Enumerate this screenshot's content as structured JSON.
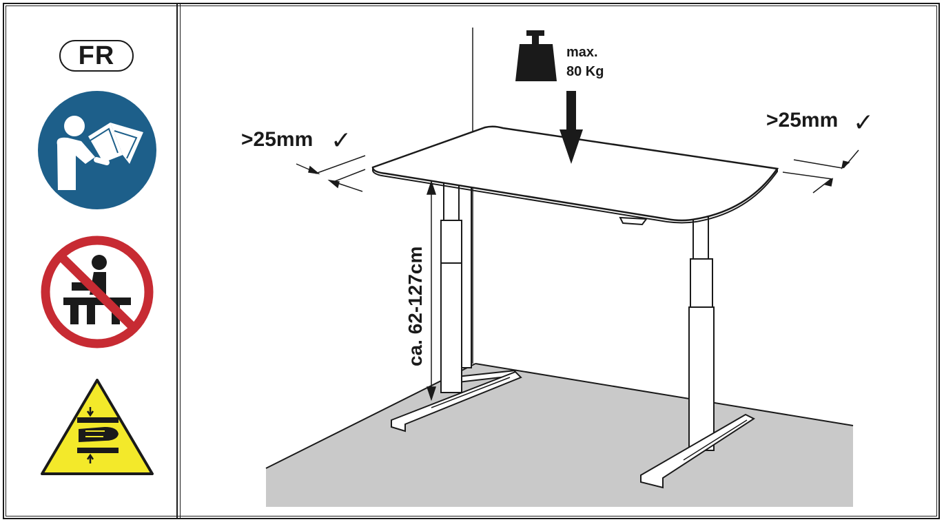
{
  "language_badge": "FR",
  "load": {
    "line1": "max.",
    "line2": "80 Kg"
  },
  "clearance_left": ">25mm",
  "clearance_right": ">25mm",
  "check_mark": "✓",
  "height_range": "ca. 62-127cm",
  "icons": [
    "read-manual-icon",
    "no-sitting-icon",
    "crush-hazard-warning-icon"
  ],
  "colors": {
    "mandatory_blue": "#1d5f8a",
    "prohibition_red": "#c72b33",
    "warning_yellow": "#f3e92a",
    "floor_gray": "#c9c9c9"
  }
}
